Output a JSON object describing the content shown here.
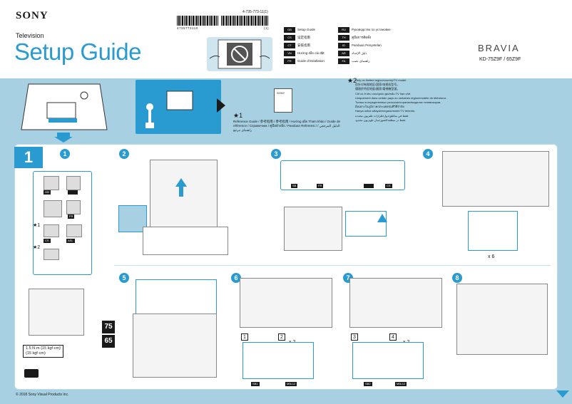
{
  "header": {
    "brand": "SONY",
    "product_type": "Television",
    "title": "Setup Guide",
    "part_number": "4-735-773-11(1)",
    "barcode_1": "4735773110",
    "barcode_2": "(1)",
    "series": "BRAVIA",
    "models": "KD-75Z9F / 65Z9F"
  },
  "languages_left": [
    {
      "code": "GB",
      "name": "Setup Guide"
    },
    {
      "code": "CS",
      "name": "设定指南"
    },
    {
      "code": "CT",
      "name": "安裝指南"
    },
    {
      "code": "VN",
      "name": "Hướng dẫn cài đặt"
    },
    {
      "code": "FR",
      "name": "Guide d'installation"
    }
  ],
  "languages_right": [
    {
      "code": "RU",
      "name": "Руководство по установке"
    },
    {
      "code": "TH",
      "name": "คู่มือการติดตั้ง"
    },
    {
      "code": "ID",
      "name": "Panduan Penyetelan"
    },
    {
      "code": "AR",
      "name": "دليل الإعداد"
    },
    {
      "code": "FA",
      "name": "راهنمای نصب"
    }
  ],
  "notes": {
    "star1_mark": "★1",
    "star1_text": "Reference Guide / 参考指南 / 參考指南 / Hướng dẫn Tham khảo / Guide de référence / Справочник / คู่มืออ้างอิง / Panduan Referensi / الدليل المرجعي / راهنمای مرجع",
    "star2_mark": "★2",
    "star2_lines": [
      "Only on limited region/country/TV model.",
      "仅针对有限地区/国家/电视机型号。",
      "僅限於特定地區/國家/電視機型號。",
      "Chỉ có ở khu vực/quốc gia/mẫu TV hạn chế.",
      "Uniquement dans certain pays ou certaines région/modèle de téléviseur.",
      "Только в определенных регионах/странах/моделях телевизоров.",
      "มีเฉพาะในภูมิภาค/ประเทศ/รุ่นทีวีที่จำกัด",
      "Hanya untuk wilayah/negara/model TV tertentu.",
      "فقط في مناطق/دول/طرازات تلفزيون محددة.",
      "فقط در منطقه/کشور/مدل تلویزیون محدود."
    ]
  },
  "step": {
    "number": "1",
    "circles": [
      "1",
      "2",
      "3",
      "4",
      "5",
      "6",
      "7",
      "8"
    ],
    "star1": "★1",
    "star2": "★2",
    "parts_tags": [
      "GB",
      "",
      "FR",
      "",
      "CS",
      "",
      "SB",
      "CS",
      "ASL"
    ],
    "subparts": {
      "sb1_tag": "SB1",
      "sb2_tag": "SB2",
      "m5l12_tag_a": "M5L12",
      "m5l12_tag_b": "M5L12",
      "num_1a": "1",
      "num_2a": "2",
      "num_3a": "3",
      "num_4a": "4"
    },
    "times_6": "x 6",
    "times_2a": "x 2",
    "times_2b": "x 2",
    "size_75": "75",
    "size_65": "65",
    "torque": "1.5 N·m {15 kgf·cm}",
    "torque_2": "(15 kgf·cm)"
  },
  "footer": {
    "copyright": "© 2018 Sony Visual Products Inc."
  },
  "colors": {
    "accent": "#2a9bd0",
    "band": "#a7d1e2"
  }
}
